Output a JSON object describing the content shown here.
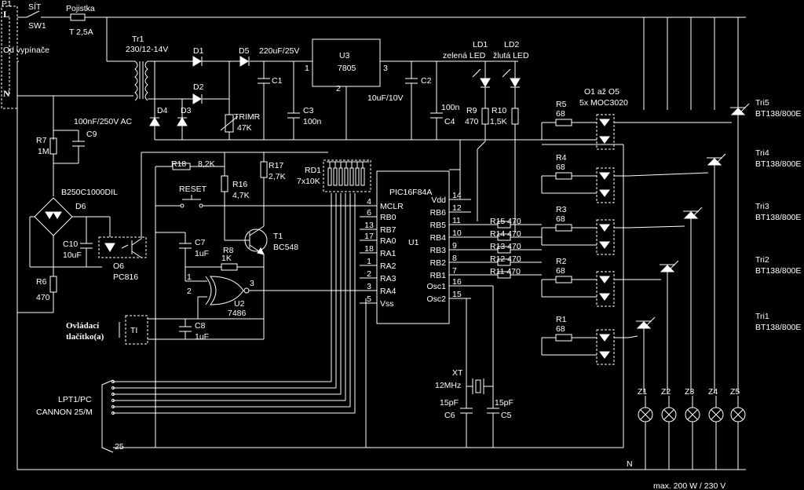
{
  "power": {
    "p1": "P1",
    "l": "L",
    "n": "N",
    "sit": "SÍT",
    "sw1": "SW1",
    "fuse": "Pojistka",
    "fuse_val": "T 2,5A",
    "od": "Od vypínače",
    "tr1": "Tr1",
    "tr1_val": "230/12-14V"
  },
  "rectifier": {
    "d1": "D1",
    "d2": "D2",
    "d3": "D3",
    "d4": "D4",
    "d5": "D5",
    "c1_val": "220uF/25V",
    "c1": "C1",
    "c3": "C3",
    "c3_val": "100n",
    "u3": "U3",
    "u3_val": "7805",
    "pin1": "1",
    "pin2": "2",
    "pin3": "3",
    "c2": "C2",
    "c2_val": "10uF/10V",
    "c4": "C4",
    "c4_val": "100n",
    "trimr": "TRIMR",
    "trimr_val": "47K"
  },
  "leds": {
    "ld1": "LD1",
    "ld1_desc": "zelená LED",
    "ld2": "LD2",
    "ld2_desc": "žlutá LED",
    "r9": "R9",
    "r9_val": "470",
    "r10": "R10",
    "r10_val": "1,5K"
  },
  "zero_cross": {
    "c9_val": "100nF/250V AC",
    "c9": "C9",
    "r7": "R7",
    "r7_val": "1M",
    "bridge": "B250C1000DIL",
    "d6": "D6",
    "c10": "C10",
    "c10_val": "10uF",
    "o6": "O6",
    "o6_val": "PC816",
    "r6": "R6",
    "r6_val": "470"
  },
  "control": {
    "r18": "R18",
    "r18_val": "8,2K",
    "r16": "R16",
    "r16_val": "4,7K",
    "r17": "R17",
    "r17_val": "2,7K",
    "reset": "RESET",
    "c7": "C7",
    "c7_val": "1uF",
    "r8": "R8",
    "r8_val": "1K",
    "t1": "T1",
    "t1_val": "BC548",
    "u2": "U2",
    "u2_val": "7486",
    "g1": "1",
    "g2": "2",
    "g3": "3",
    "button_l1": "Ovládací",
    "button_l2": "tlačítko(a)",
    "ti": "TI",
    "c8": "C8",
    "c8_val": "1uF",
    "rd1": "RD1",
    "rd1_val": "7x10K",
    "lpt1": "LPT1/PC",
    "lpt2": "CANNON 25/M",
    "pin25": "25"
  },
  "mcu": {
    "name": "PIC16F84A",
    "ref": "U1",
    "left_pins": [
      {
        "num": "4",
        "name": "MCLR"
      },
      {
        "num": "6",
        "name": "RB0"
      },
      {
        "num": "13",
        "name": "RB7"
      },
      {
        "num": "17",
        "name": "RA0"
      },
      {
        "num": "18",
        "name": "RA1"
      },
      {
        "num": "1",
        "name": "RA2"
      },
      {
        "num": "2",
        "name": "RA3"
      },
      {
        "num": "3",
        "name": "RA4"
      },
      {
        "num": "5",
        "name": "Vss"
      }
    ],
    "right_pins": [
      {
        "num": "14",
        "name": "Vdd"
      },
      {
        "num": "12",
        "name": "RB6"
      },
      {
        "num": "11",
        "name": "RB5"
      },
      {
        "num": "10",
        "name": "RB4"
      },
      {
        "num": "9",
        "name": "RB3"
      },
      {
        "num": "8",
        "name": "RB2"
      },
      {
        "num": "7",
        "name": "RB1"
      },
      {
        "num": "16",
        "name": "Osc1"
      },
      {
        "num": "15",
        "name": "Osc2"
      }
    ],
    "rb_resistors": [
      "R15 470",
      "R14 470",
      "R13 470",
      "R12 470",
      "R11 470"
    ],
    "xt": "XT",
    "xt_val": "12MHz",
    "c6": "C6",
    "c6_val": "15pF",
    "c5": "C5",
    "c5_val": "15pF"
  },
  "outputs": {
    "opto_l1": "O1 až O5",
    "opto_l2": "5x MOC3020",
    "resistors": [
      {
        "ref": "R5",
        "val": "68"
      },
      {
        "ref": "R4",
        "val": "68"
      },
      {
        "ref": "R3",
        "val": "68"
      },
      {
        "ref": "R2",
        "val": "68"
      },
      {
        "ref": "R1",
        "val": "68"
      }
    ],
    "triacs": [
      {
        "ref": "Tri5",
        "val": "BT138/800E"
      },
      {
        "ref": "Tri4",
        "val": "BT138/800E"
      },
      {
        "ref": "Tri3",
        "val": "BT138/800E"
      },
      {
        "ref": "Tri2",
        "val": "BT138/800E"
      },
      {
        "ref": "Tri1",
        "val": "BT138/800E"
      }
    ],
    "lamps": [
      "Z1",
      "Z2",
      "Z3",
      "Z4",
      "Z5"
    ],
    "n": "N",
    "rating": "max. 200 W / 230 V"
  }
}
